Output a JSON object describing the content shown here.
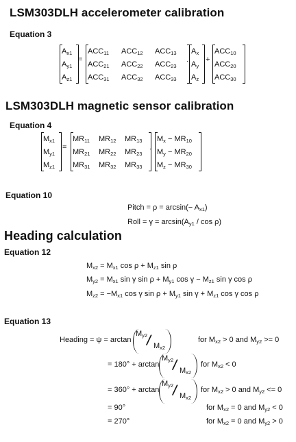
{
  "title_accel": "LSM303DLH accelerometer calibration",
  "eq3": {
    "label": "Equation 3",
    "lhs": [
      "A_x1",
      "A_y1",
      "A_z1"
    ],
    "mat": [
      [
        "ACC11",
        "ACC12",
        "ACC13"
      ],
      [
        "ACC21",
        "ACC22",
        "ACC23"
      ],
      [
        "ACC31",
        "ACC32",
        "ACC33"
      ]
    ],
    "vec": [
      "A_x",
      "A_y",
      "A_z"
    ],
    "off": [
      "ACC10",
      "ACC20",
      "ACC30"
    ]
  },
  "title_mag": "LSM303DLH magnetic sensor calibration",
  "eq4": {
    "label": "Equation 4",
    "lhs": [
      "M_x1",
      "M_y1",
      "M_z1"
    ],
    "mat": [
      [
        "MR11",
        "MR12",
        "MR13"
      ],
      [
        "MR21",
        "MR22",
        "MR23"
      ],
      [
        "MR31",
        "MR32",
        "MR33"
      ]
    ],
    "vec": [
      "M_x − MR10",
      "M_y − MR20",
      "M_z − MR30"
    ]
  },
  "eq10": {
    "label": "Equation 10",
    "pitch": "Pitch = ρ = arcsin(− A_x1)",
    "roll": "Roll = γ = arcsin(A_y1 / cos ρ)"
  },
  "title_heading": "Heading calculation",
  "eq12": {
    "label": "Equation 12",
    "l1": "M_x2 = M_x1 cos ρ + M_z1 sin ρ",
    "l2": "M_y2 = M_x1 sin γ sin ρ + M_y1 cos γ − M_z1 sin γ cos ρ",
    "l3": "M_z2 = −M_x1 cos γ sin ρ + M_y1 sin γ + M_z1 cos γ cos ρ"
  },
  "eq13": {
    "label": "Equation 13",
    "heading_prefix": "Heading = ψ = arctan",
    "c1": "for M_x2 > 0 and M_y2 >= 0",
    "l2_prefix": "= 180° + arctan",
    "c2": "for M_x2 < 0",
    "l3_prefix": "= 360° + arctan",
    "c3": "for M_x2 > 0 and M_y2 <= 0",
    "l4": "= 90°",
    "c4": "for M_x2 = 0 and M_y2 < 0",
    "l5": "= 270°",
    "c5": "for M_x2 = 0 and M_y2 > 0",
    "frac_num": "M_y2",
    "frac_den": "M_x2"
  }
}
